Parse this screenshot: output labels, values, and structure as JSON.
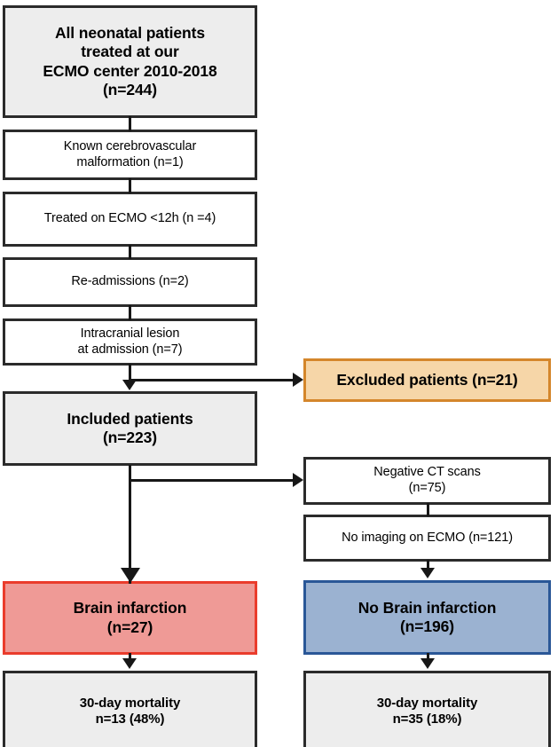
{
  "figure": {
    "type": "flowchart",
    "orientation": "top-to-bottom",
    "title": "Neonatal ECMO patient selection flow diagram"
  },
  "colors": {
    "box_border": "#2b2b2b",
    "gray_fill": "#ededed",
    "white_fill": "#ffffff",
    "orange_fill": "#f6d6a8",
    "orange_border": "#d4862b",
    "red_fill": "#ef9a96",
    "red_border": "#ea3c2c",
    "blue_fill": "#9bb2d1",
    "blue_border": "#2a5797",
    "connector": "#171717"
  },
  "nodes": {
    "cohort": {
      "label": "All neonatal patients\ntreated at our\nECMO center  2010-2018\n(n=244)",
      "n": 244,
      "style": "gray-bold"
    },
    "exclusion_1": {
      "label": "Known cerebrovascular\nmalformation (n=1)",
      "n": 1,
      "style": "white"
    },
    "exclusion_2": {
      "label": "Treated on ECMO <12h (n =4)",
      "n": 4,
      "style": "white"
    },
    "exclusion_3": {
      "label": "Re-admissions (n=2)",
      "n": 2,
      "style": "white"
    },
    "exclusion_4": {
      "label": "Intracranial lesion\nat admission (n=7)",
      "n": 7,
      "style": "white"
    },
    "excluded_total": {
      "label": "Excluded patients (n=21)",
      "n": 21,
      "style": "orange-bold"
    },
    "included": {
      "label": "Included patients\n(n=223)",
      "n": 223,
      "style": "gray-bold"
    },
    "negative_ct": {
      "label": "Negative CT scans\n(n=75)",
      "n": 75,
      "style": "white"
    },
    "no_imaging": {
      "label": "No imaging on ECMO (n=121)",
      "n": 121,
      "style": "white"
    },
    "brain_infarction": {
      "label": "Brain infarction\n(n=27)",
      "n": 27,
      "style": "red-bold"
    },
    "no_brain_infarction": {
      "label": "No Brain infarction\n(n=196)",
      "n": 196,
      "style": "blue-bold"
    },
    "mortality_infarction": {
      "label": "30-day mortality\nn=13 (48%)",
      "n": 13,
      "percent": "48%",
      "style": "gray-bold"
    },
    "mortality_no_infarction": {
      "label": "30-day mortality\nn=35 (18%)",
      "n": 35,
      "percent": "18%",
      "style": "gray-bold"
    }
  }
}
